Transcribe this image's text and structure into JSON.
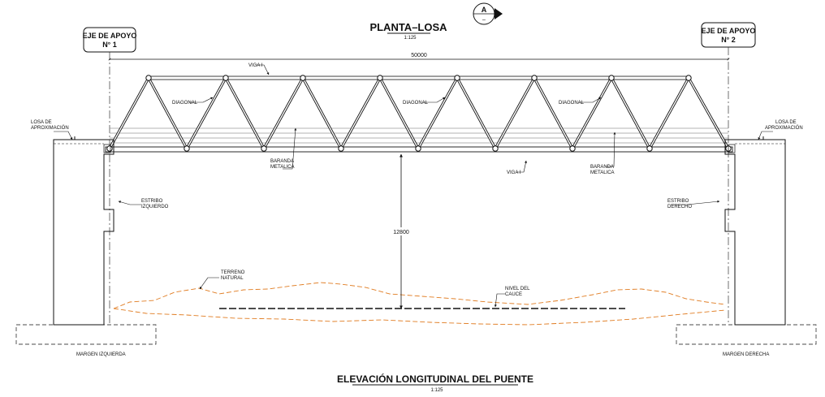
{
  "top_title": "PLANTA–LOSA",
  "top_scale": "1:125",
  "section_marker": {
    "letter": "A",
    "sub": "–"
  },
  "axis_left": {
    "line1": "EJE DE APOYO",
    "line2": "N° 1"
  },
  "axis_right": {
    "line1": "EJE DE APOYO",
    "line2": "N° 2"
  },
  "span_dimension": "50000",
  "clearance_dimension": "12800",
  "labels": {
    "viga_top": "VIGA I",
    "viga_bottom": "VIGA I",
    "diagonal_1": "DIAGONAL",
    "diagonal_2": "DIAGONAL",
    "diagonal_3": "DIAGONAL",
    "losa_left": [
      "LOSA DE",
      "APROXIMACIÓN"
    ],
    "losa_right": [
      "LOSA DE",
      "APROXIMACIÓN"
    ],
    "baranda_left": [
      "BARANDA",
      "METALICA"
    ],
    "baranda_right": [
      "BARANDA",
      "METALICA"
    ],
    "estribo_left": [
      "ESTRIBO",
      "IZQUIERDO"
    ],
    "estribo_right": [
      "ESTRIBO",
      "DERECHO"
    ],
    "terreno": [
      "TERRENO",
      "NATURAL"
    ],
    "nivel": [
      "NIVEL DEL",
      "CAUCE"
    ],
    "margen_left": "MARGEN IZQUIERDA",
    "margen_right": "MARGEN DERECHA"
  },
  "bottom_title": "ELEVACIÓN LONGITUDINAL DEL PUENTE",
  "bottom_scale": "1:125",
  "colors": {
    "line": "#111111",
    "terrain": "#e07b20",
    "rail": "#9a9a9a"
  }
}
